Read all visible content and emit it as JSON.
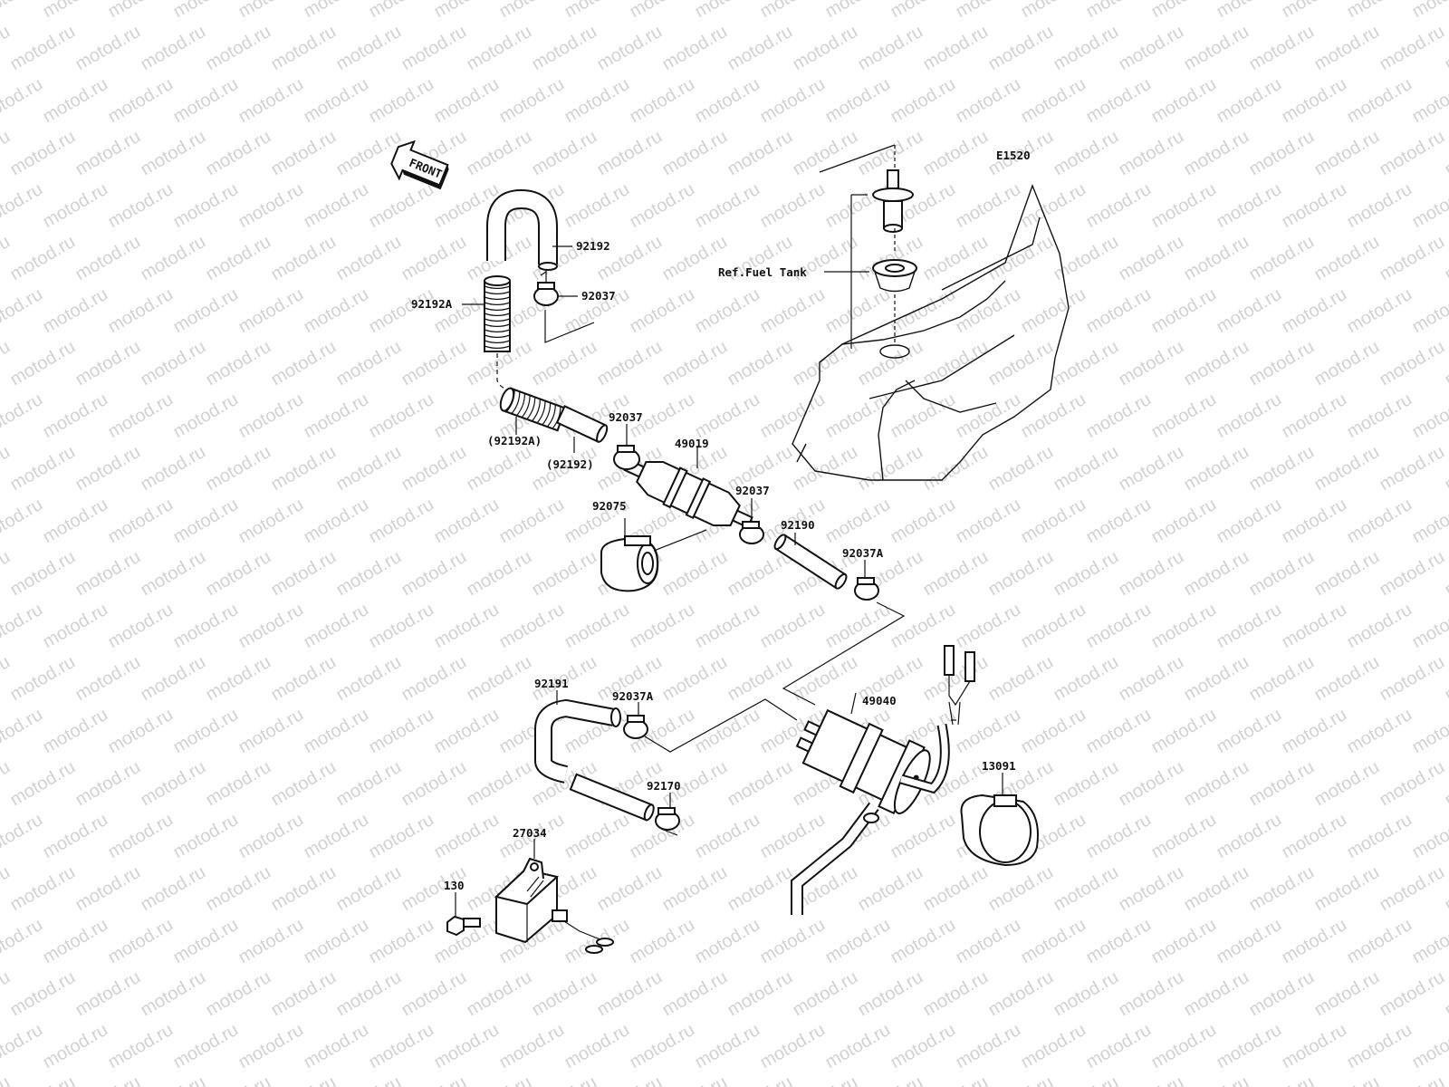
{
  "diagram": {
    "code": "E1520",
    "watermark_text": "motod.ru",
    "front_label": "FRONT",
    "ref_label": "Ref.Fuel Tank"
  },
  "parts": [
    {
      "id": "p-92192-top",
      "label": "92192"
    },
    {
      "id": "p-92037-top",
      "label": "92037"
    },
    {
      "id": "p-92192a",
      "label": "92192A"
    },
    {
      "id": "p-92192a-paren",
      "label": "(92192A)"
    },
    {
      "id": "p-92192-paren",
      "label": "(92192)"
    },
    {
      "id": "p-92037-mid",
      "label": "92037"
    },
    {
      "id": "p-49019",
      "label": "49019"
    },
    {
      "id": "p-92037-right",
      "label": "92037"
    },
    {
      "id": "p-92075",
      "label": "92075"
    },
    {
      "id": "p-92190",
      "label": "92190"
    },
    {
      "id": "p-92037a-top",
      "label": "92037A"
    },
    {
      "id": "p-92191",
      "label": "92191"
    },
    {
      "id": "p-92037a-low",
      "label": "92037A"
    },
    {
      "id": "p-49040",
      "label": "49040"
    },
    {
      "id": "p-13091",
      "label": "13091"
    },
    {
      "id": "p-92170",
      "label": "92170"
    },
    {
      "id": "p-27034",
      "label": "27034"
    },
    {
      "id": "p-130",
      "label": "130"
    }
  ]
}
